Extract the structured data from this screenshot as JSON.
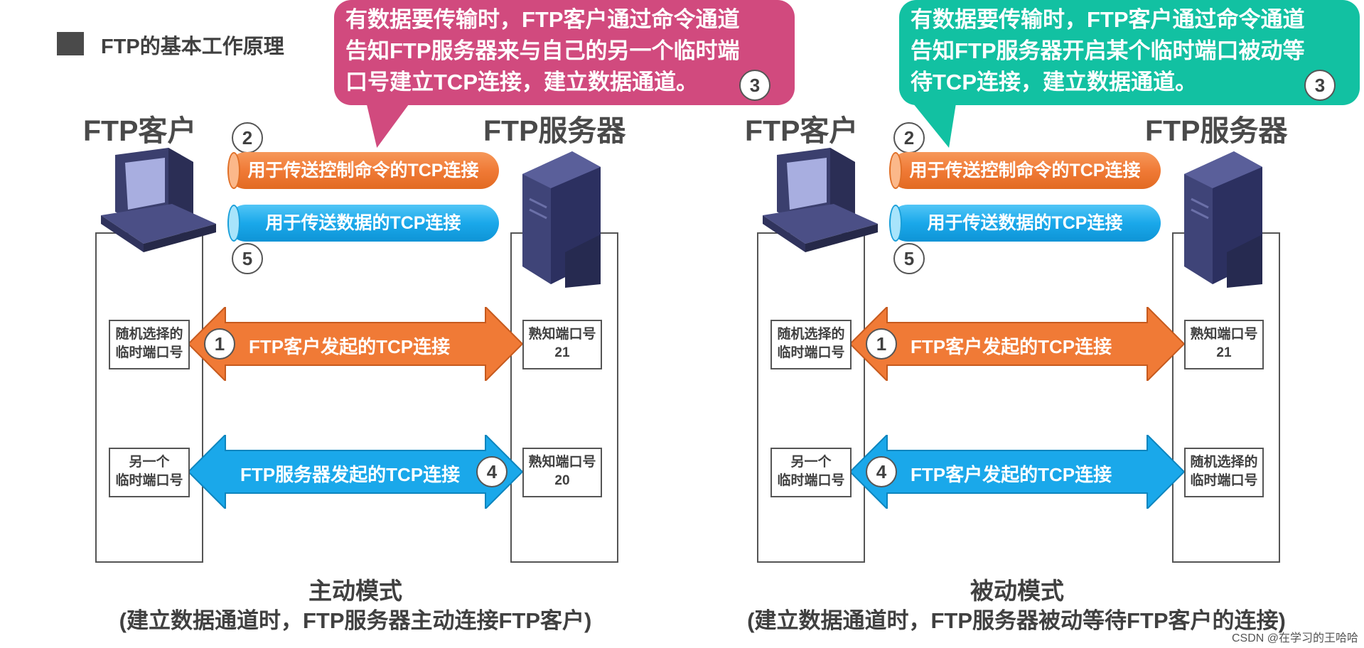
{
  "page": {
    "title": "FTP的基本工作原理"
  },
  "active_mode": {
    "callout": {
      "lines": [
        "有数据要传输时，FTP客户通过命令通道",
        "告知FTP服务器来与自己的另一个临时端",
        "口号建立TCP连接，建立数据通道。"
      ],
      "step": "3"
    },
    "client_label": "FTP客户",
    "server_label": "FTP服务器",
    "control_pipe": {
      "step": "2",
      "label": "用于传送控制命令的TCP连接"
    },
    "data_pipe": {
      "step": "5",
      "label": "用于传送数据的TCP连接"
    },
    "conn1": {
      "step": "1",
      "label": "FTP客户发起的TCP连接",
      "client_port": [
        "随机选择的",
        "临时端口号"
      ],
      "server_port": [
        "熟知端口号",
        "21"
      ]
    },
    "conn2": {
      "step": "4",
      "label": "FTP服务器发起的TCP连接",
      "client_port": [
        "另一个",
        "临时端口号"
      ],
      "server_port": [
        "熟知端口号",
        "20"
      ]
    },
    "mode_title": "主动模式",
    "mode_desc": "(建立数据通道时，FTP服务器主动连接FTP客户)"
  },
  "passive_mode": {
    "callout": {
      "lines": [
        "有数据要传输时，FTP客户通过命令通道",
        "告知FTP服务器开启某个临时端口被动等",
        "待TCP连接，建立数据通道。"
      ],
      "step": "3"
    },
    "client_label": "FTP客户",
    "server_label": "FTP服务器",
    "control_pipe": {
      "step": "2",
      "label": "用于传送控制命令的TCP连接"
    },
    "data_pipe": {
      "step": "5",
      "label": "用于传送数据的TCP连接"
    },
    "conn1": {
      "step": "1",
      "label": "FTP客户发起的TCP连接",
      "client_port": [
        "随机选择的",
        "临时端口号"
      ],
      "server_port": [
        "熟知端口号",
        "21"
      ]
    },
    "conn2": {
      "step": "4",
      "label": "FTP客户发起的TCP连接",
      "client_port": [
        "另一个",
        "临时端口号"
      ],
      "server_port": [
        "随机选择的",
        "临时端口号"
      ]
    },
    "mode_title": "被动模式",
    "mode_desc": "(建立数据通道时，FTP服务器被动等待FTP客户的连接)"
  },
  "colors": {
    "pink": "#d14a7e",
    "teal": "#12c1a2",
    "orange": "#f07a36",
    "blue": "#1aa8ea"
  },
  "watermark": "CSDN @在学习的王哈哈"
}
